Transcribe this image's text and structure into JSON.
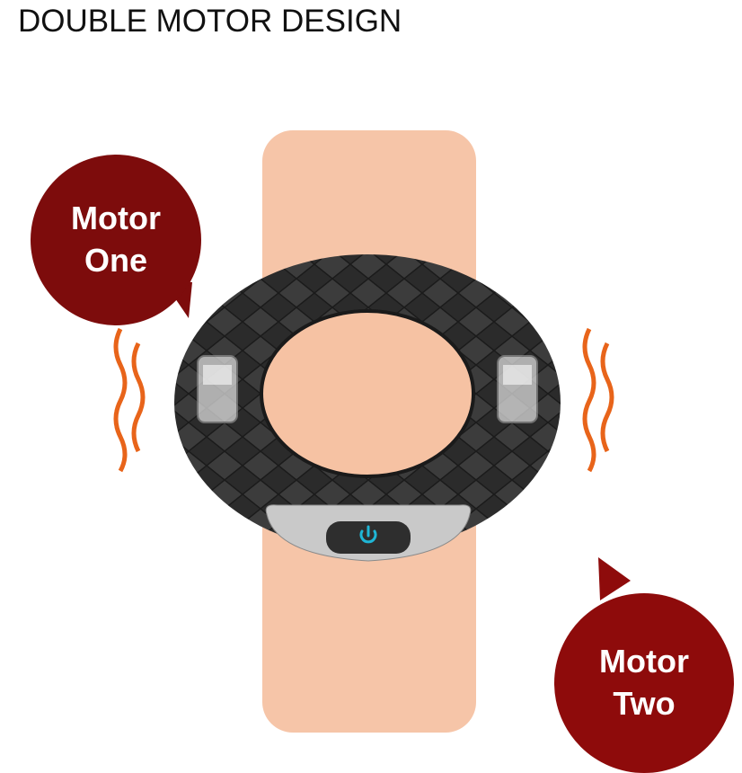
{
  "title": "DOUBLE MOTOR DESIGN",
  "labels": {
    "motor_one": {
      "line1": "Motor",
      "line2": "One"
    },
    "motor_two": {
      "line1": "Motor",
      "line2": "Two"
    }
  },
  "icons": {
    "power": "power-icon",
    "vibration": "vibration-waves-icon"
  },
  "colors": {
    "bubble_one": "#7d0c0c",
    "bubble_two": "#8e0b0b",
    "column": "#f6c2a3",
    "ring": "#2a2a2a",
    "waves": "#e8641a",
    "power_glyph": "#1fb6d6",
    "title": "#111111"
  }
}
